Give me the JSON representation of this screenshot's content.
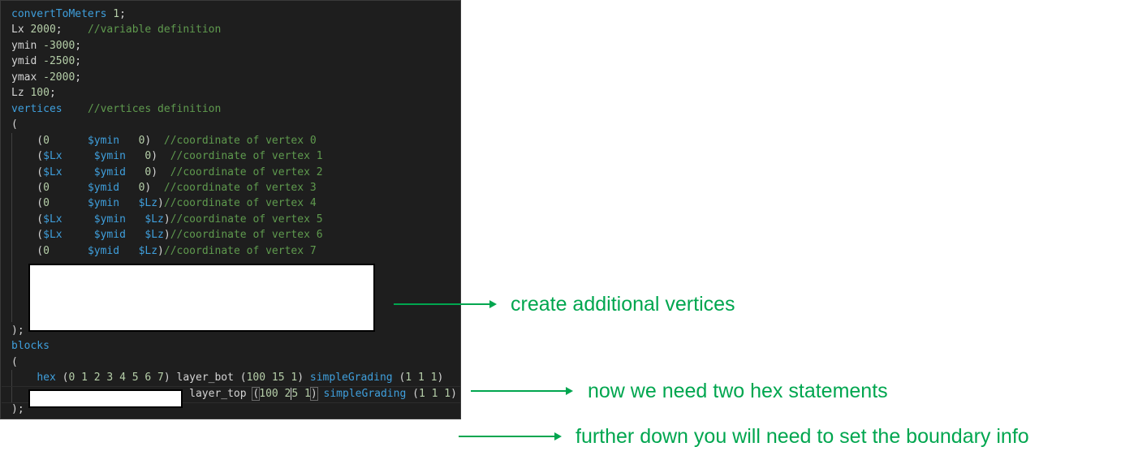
{
  "editor": {
    "lines": [
      [
        {
          "t": "convertToMeters",
          "c": "kw"
        },
        {
          "t": " "
        },
        {
          "t": "1",
          "c": "num"
        },
        {
          "t": ";"
        }
      ],
      [
        {
          "t": "Lx "
        },
        {
          "t": "2000",
          "c": "num"
        },
        {
          "t": ";    "
        },
        {
          "t": "//variable definition",
          "c": "cm"
        }
      ],
      [
        {
          "t": "ymin "
        },
        {
          "t": "-3000",
          "c": "num"
        },
        {
          "t": ";"
        }
      ],
      [
        {
          "t": "ymid "
        },
        {
          "t": "-2500",
          "c": "num"
        },
        {
          "t": ";"
        }
      ],
      [
        {
          "t": "ymax "
        },
        {
          "t": "-2000",
          "c": "num"
        },
        {
          "t": ";"
        }
      ],
      [
        {
          "t": "Lz "
        },
        {
          "t": "100",
          "c": "num"
        },
        {
          "t": ";"
        }
      ],
      [
        {
          "t": "vertices",
          "c": "kw"
        },
        {
          "t": "    "
        },
        {
          "t": "//vertices definition",
          "c": "cm"
        }
      ],
      [
        {
          "t": "("
        }
      ],
      [
        {
          "t": "    ("
        },
        {
          "t": "0",
          "c": "num"
        },
        {
          "t": "      "
        },
        {
          "t": "$ymin",
          "c": "kw"
        },
        {
          "t": "   "
        },
        {
          "t": "0",
          "c": "num"
        },
        {
          "t": ")  "
        },
        {
          "t": "//coordinate of vertex 0",
          "c": "cm"
        }
      ],
      [
        {
          "t": "    ("
        },
        {
          "t": "$Lx",
          "c": "kw"
        },
        {
          "t": "     "
        },
        {
          "t": "$ymin",
          "c": "kw"
        },
        {
          "t": "   "
        },
        {
          "t": "0",
          "c": "num"
        },
        {
          "t": ")  "
        },
        {
          "t": "//coordinate of vertex 1",
          "c": "cm"
        }
      ],
      [
        {
          "t": "    ("
        },
        {
          "t": "$Lx",
          "c": "kw"
        },
        {
          "t": "     "
        },
        {
          "t": "$ymid",
          "c": "kw"
        },
        {
          "t": "   "
        },
        {
          "t": "0",
          "c": "num"
        },
        {
          "t": ")  "
        },
        {
          "t": "//coordinate of vertex 2",
          "c": "cm"
        }
      ],
      [
        {
          "t": "    ("
        },
        {
          "t": "0",
          "c": "num"
        },
        {
          "t": "      "
        },
        {
          "t": "$ymid",
          "c": "kw"
        },
        {
          "t": "   "
        },
        {
          "t": "0",
          "c": "num"
        },
        {
          "t": ")  "
        },
        {
          "t": "//coordinate of vertex 3",
          "c": "cm"
        }
      ],
      [
        {
          "t": "    ("
        },
        {
          "t": "0",
          "c": "num"
        },
        {
          "t": "      "
        },
        {
          "t": "$ymin",
          "c": "kw"
        },
        {
          "t": "   "
        },
        {
          "t": "$Lz",
          "c": "kw"
        },
        {
          "t": ")"
        },
        {
          "t": "//coordinate of vertex 4",
          "c": "cm"
        }
      ],
      [
        {
          "t": "    ("
        },
        {
          "t": "$Lx",
          "c": "kw"
        },
        {
          "t": "     "
        },
        {
          "t": "$ymin",
          "c": "kw"
        },
        {
          "t": "   "
        },
        {
          "t": "$Lz",
          "c": "kw"
        },
        {
          "t": ")"
        },
        {
          "t": "//coordinate of vertex 5",
          "c": "cm"
        }
      ],
      [
        {
          "t": "    ("
        },
        {
          "t": "$Lx",
          "c": "kw"
        },
        {
          "t": "     "
        },
        {
          "t": "$ymid",
          "c": "kw"
        },
        {
          "t": "   "
        },
        {
          "t": "$Lz",
          "c": "kw"
        },
        {
          "t": ")"
        },
        {
          "t": "//coordinate of vertex 6",
          "c": "cm"
        }
      ],
      [
        {
          "t": "    ("
        },
        {
          "t": "0",
          "c": "num"
        },
        {
          "t": "      "
        },
        {
          "t": "$ymid",
          "c": "kw"
        },
        {
          "t": "   "
        },
        {
          "t": "$Lz",
          "c": "kw"
        },
        {
          "t": ")"
        },
        {
          "t": "//coordinate of vertex 7",
          "c": "cm"
        }
      ]
    ],
    "close_vertices": ");",
    "blocks_lines": [
      [
        {
          "t": "blocks",
          "c": "kw"
        }
      ],
      [
        {
          "t": "("
        }
      ],
      [
        {
          "t": "    "
        },
        {
          "t": "hex",
          "c": "kw"
        },
        {
          "t": " ("
        },
        {
          "t": "0 1 2 3 4 5 6 7",
          "c": "num"
        },
        {
          "t": ") layer_bot ("
        },
        {
          "t": "100 15 1",
          "c": "num"
        },
        {
          "t": ") "
        },
        {
          "t": "simpleGrading",
          "c": "kw"
        },
        {
          "t": " ("
        },
        {
          "t": "1 1 1",
          "c": "num"
        },
        {
          "t": ")"
        }
      ],
      [
        {
          "t": "                          layer_top "
        },
        {
          "t": "(",
          "b": 1
        },
        {
          "t": "100 2",
          "c": "num"
        },
        {
          "t": "5",
          "c": "num",
          "cur": 1
        },
        {
          "t": " 1",
          "c": "num"
        },
        {
          "t": ")",
          "b": 1
        },
        {
          "t": " "
        },
        {
          "t": "simpleGrading",
          "c": "kw"
        },
        {
          "t": " ("
        },
        {
          "t": "1 1 1",
          "c": "num"
        },
        {
          "t": ")"
        }
      ],
      [
        {
          "t": ");"
        }
      ]
    ]
  },
  "annotations": {
    "vertices_note": "create additional vertices",
    "hex_note": "now we need two hex statements",
    "boundary_note": "further down you will need to set the boundary info"
  },
  "colors": {
    "keyword": "#3f9fdc",
    "number": "#b5cea8",
    "comment": "#5f9a4e",
    "annotation": "#00a64f"
  }
}
